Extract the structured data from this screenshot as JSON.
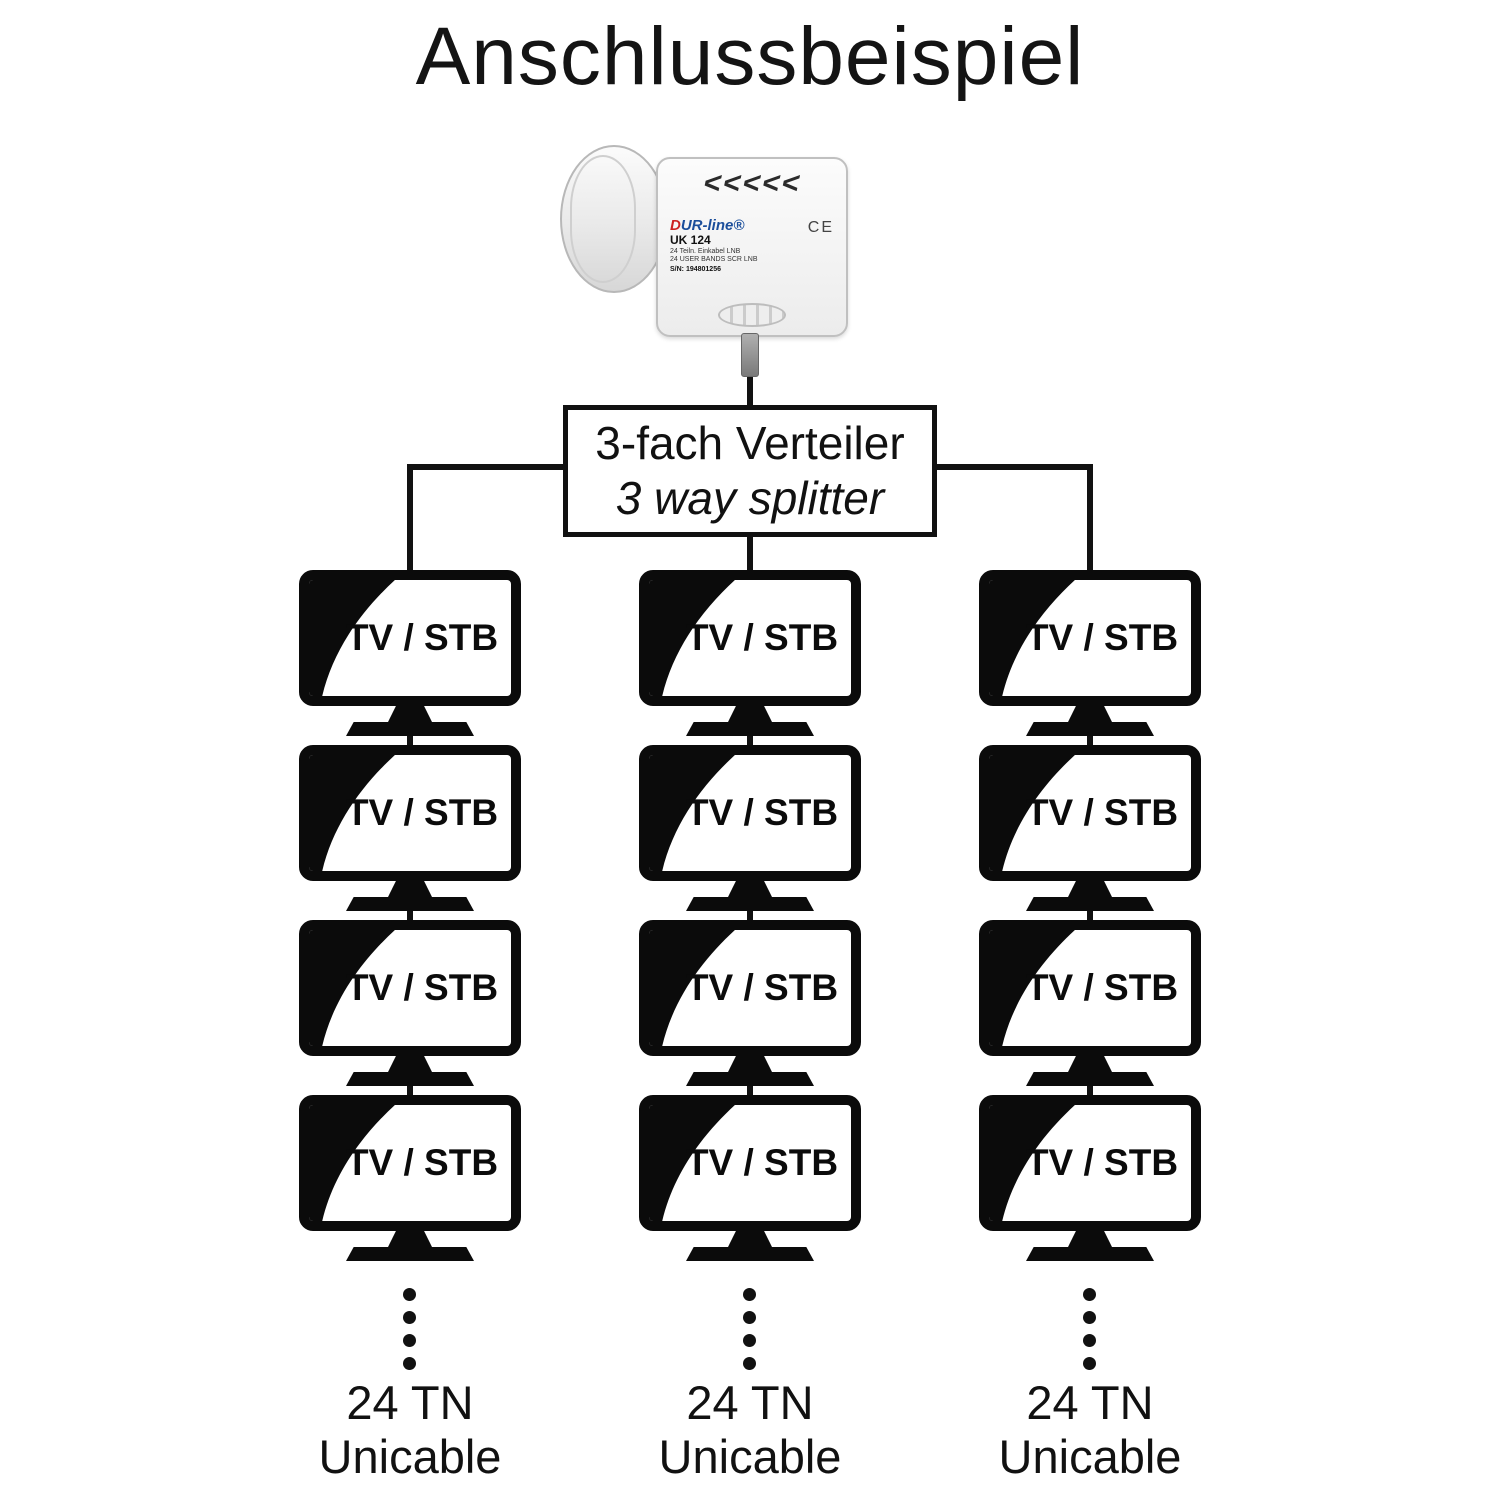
{
  "title": "Anschlussbeispiel",
  "lnb": {
    "brand": "DUR-line®",
    "model": "UK 124",
    "desc_line1": "24 Teiln. Einkabel LNB",
    "desc_line2": "24 USER BANDS SCR LNB",
    "serial": "S/N: 194801256",
    "ce_mark": "CE",
    "chevrons": "<<<<<"
  },
  "splitter": {
    "line1": "3-fach Verteiler",
    "line2": "3 way splitter"
  },
  "tv_label": "TV / STB",
  "columns": [
    {
      "line1": "24 TN",
      "line2": "Unicable"
    },
    {
      "line1": "24 TN",
      "line2": "Unicable"
    },
    {
      "line1": "24 TN",
      "line2": "Unicable"
    }
  ],
  "colors": {
    "line": "#111111",
    "tv": "#0b0b0b",
    "brand_blue": "#1b4e9b",
    "brand_red": "#cc2222"
  }
}
